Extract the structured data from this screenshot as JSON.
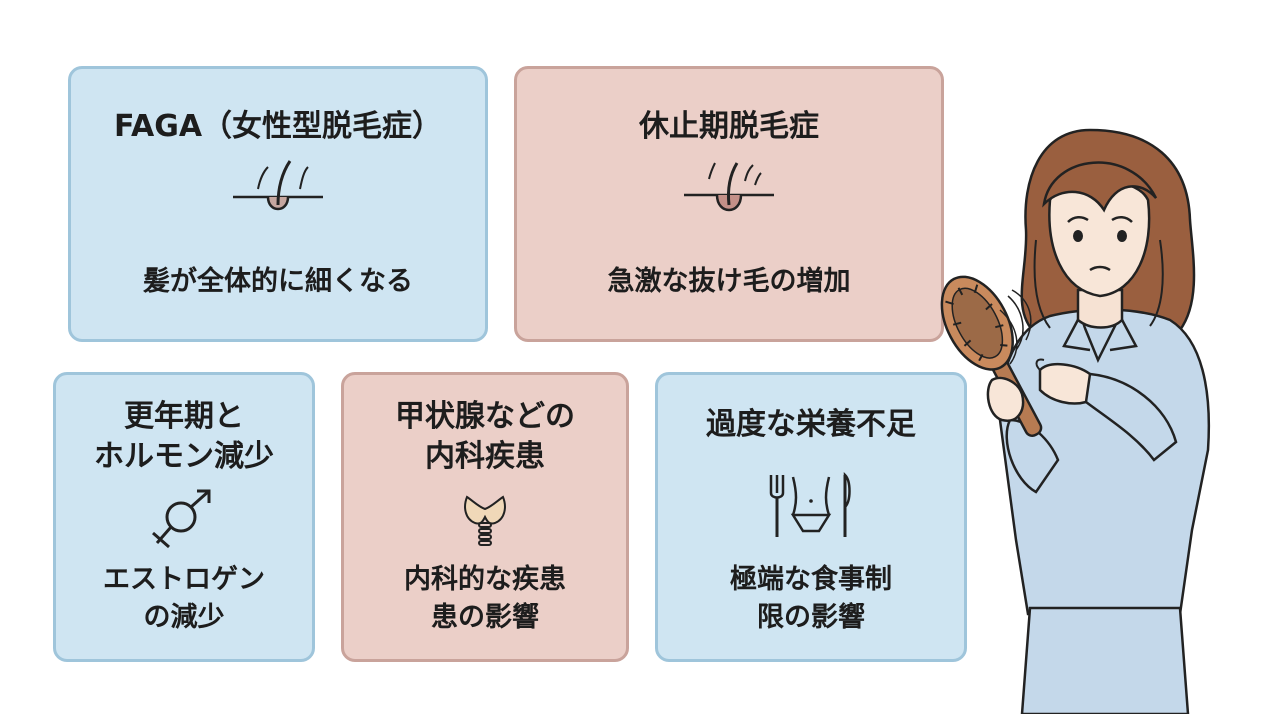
{
  "cards": [
    {
      "title": "FAGA（女性型脱毛症）",
      "description": "髪が全体的に細くなる",
      "icon": "thinning-hair-follicle-icon",
      "color": "#cfe5f2"
    },
    {
      "title": "休止期脱毛症",
      "description": "急激な抜け毛の増加",
      "icon": "shedding-hair-follicle-icon",
      "color": "#ebcfc8"
    },
    {
      "title": "更年期と\nホルモン減少",
      "description": "エストロゲン\nの減少",
      "icon": "gender-symbol-icon",
      "color": "#cfe5f2"
    },
    {
      "title": "甲状腺などの\n内科疾患",
      "description": "内科的な疾患\n患の影響",
      "icon": "thyroid-icon",
      "color": "#ebcfc8"
    },
    {
      "title": "過度な栄養不足",
      "description": "極端な食事制\n限の影響",
      "icon": "diet-fork-knife-waist-icon",
      "color": "#cfe5f2"
    }
  ],
  "illustration": {
    "subject": "worried-woman-holding-hairbrush-illustration"
  }
}
